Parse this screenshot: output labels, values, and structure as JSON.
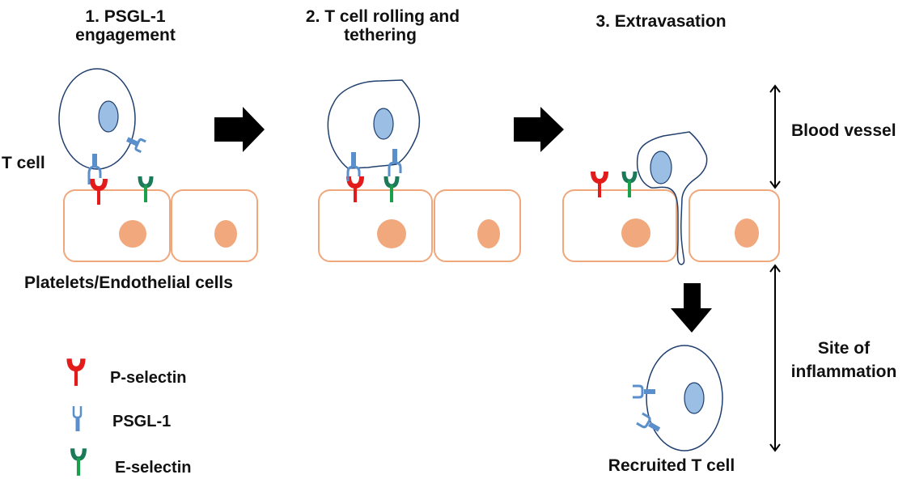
{
  "steps": [
    {
      "title_line1": "1. PSGL-1",
      "title_line2": "engagement"
    },
    {
      "title_line1": "2. T cell rolling and",
      "title_line2": "tethering"
    },
    {
      "title_line1": "3. Extravasation",
      "title_line2": ""
    }
  ],
  "labels": {
    "t_cell": "T cell",
    "platelets_endothelial": "Platelets/Endothelial cells",
    "blood_vessel": "Blood vessel",
    "site_line1": "Site of",
    "site_line2": "inflammation",
    "recruited_t_cell": "Recruited T cell"
  },
  "legend": [
    {
      "label": "P-selectin",
      "color": "#e31b1b"
    },
    {
      "label": "PSGL-1",
      "color": "#5b8fcc"
    },
    {
      "label": "E-selectin",
      "color": "#1a8a5a"
    }
  ],
  "colors": {
    "cell_outline": "#1f3f6e",
    "nucleus_fill": "#9bbfe4",
    "endothelial_outline": "#efa77b",
    "endothelial_nucleus": "#f0a87c",
    "p_selectin": "#e31b1b",
    "psgl1": "#5b8fcc",
    "e_selectin_head": "#1a7a5a",
    "e_selectin_stem": "#1aa04a",
    "arrow": "#000000"
  }
}
